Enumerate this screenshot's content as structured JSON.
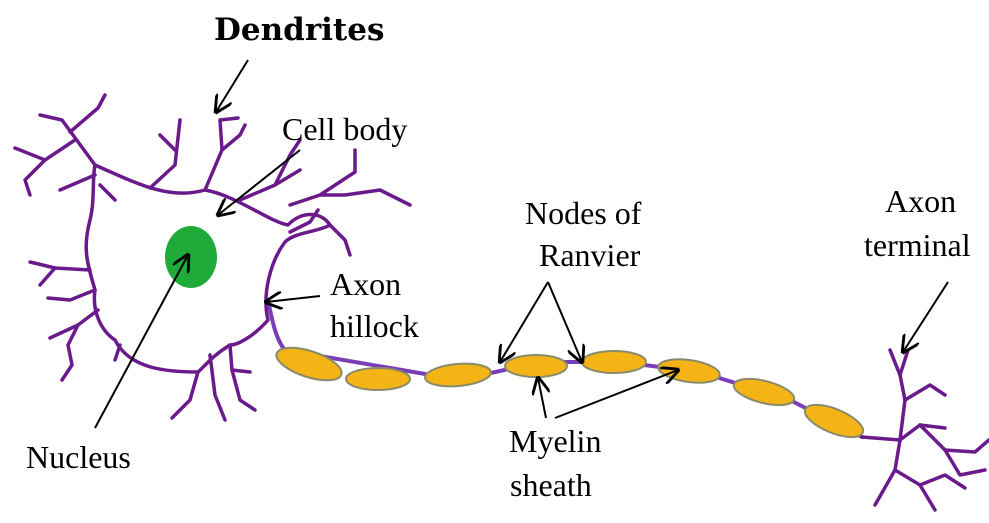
{
  "colors": {
    "membrane": "#6a1a8a",
    "nucleus": "#1faa3a",
    "myelin_fill": "#f5b416",
    "myelin_stroke": "#8a8a6a",
    "axon": "#7a3db8",
    "text": "#000000"
  },
  "labels": {
    "dendrites": "Dendrites",
    "cell_body": "Cell body",
    "nucleus": "Nucleus",
    "axon_hillock_1": "Axon",
    "axon_hillock_2": "hillock",
    "nodes_1": "Nodes of",
    "nodes_2": "Ranvier",
    "myelin_1": "Myelin",
    "myelin_2": "sheath",
    "terminal_1": "Axon",
    "terminal_2": "terminal"
  }
}
